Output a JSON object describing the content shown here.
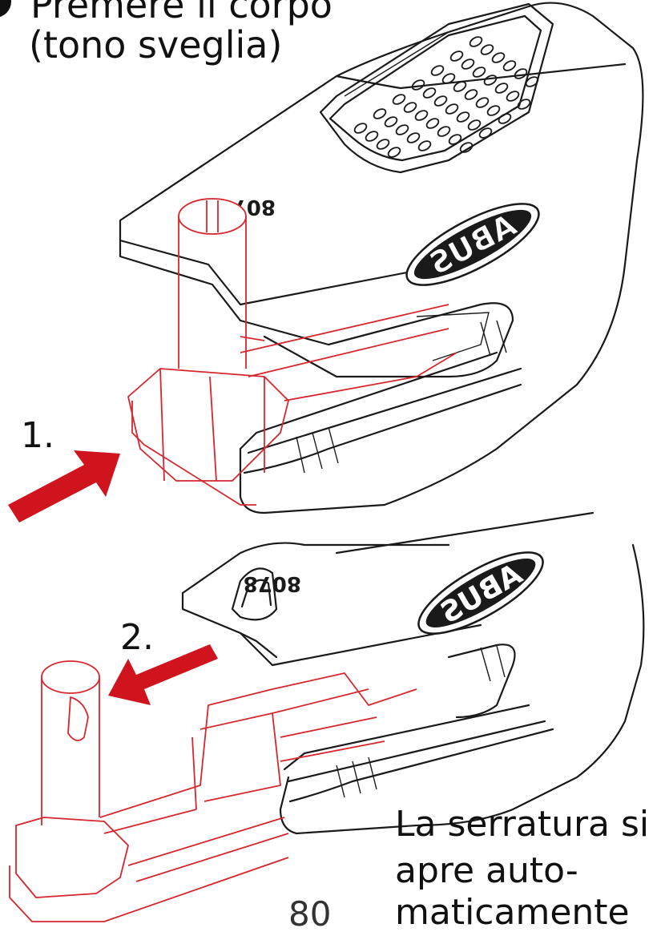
{
  "header": {
    "line1": "Premere il corpo",
    "line2": "(tono sveglia)"
  },
  "steps": {
    "step1": "1.",
    "step2": "2."
  },
  "result": {
    "line1": "La serratura si",
    "line2": "apre auto-",
    "line3": "maticamente"
  },
  "product": {
    "brand_logo_text": "ABUS",
    "model_marking": "8078"
  },
  "page_number": "80",
  "colors": {
    "accent": "#d0141e",
    "line": "#1a1a1a"
  }
}
